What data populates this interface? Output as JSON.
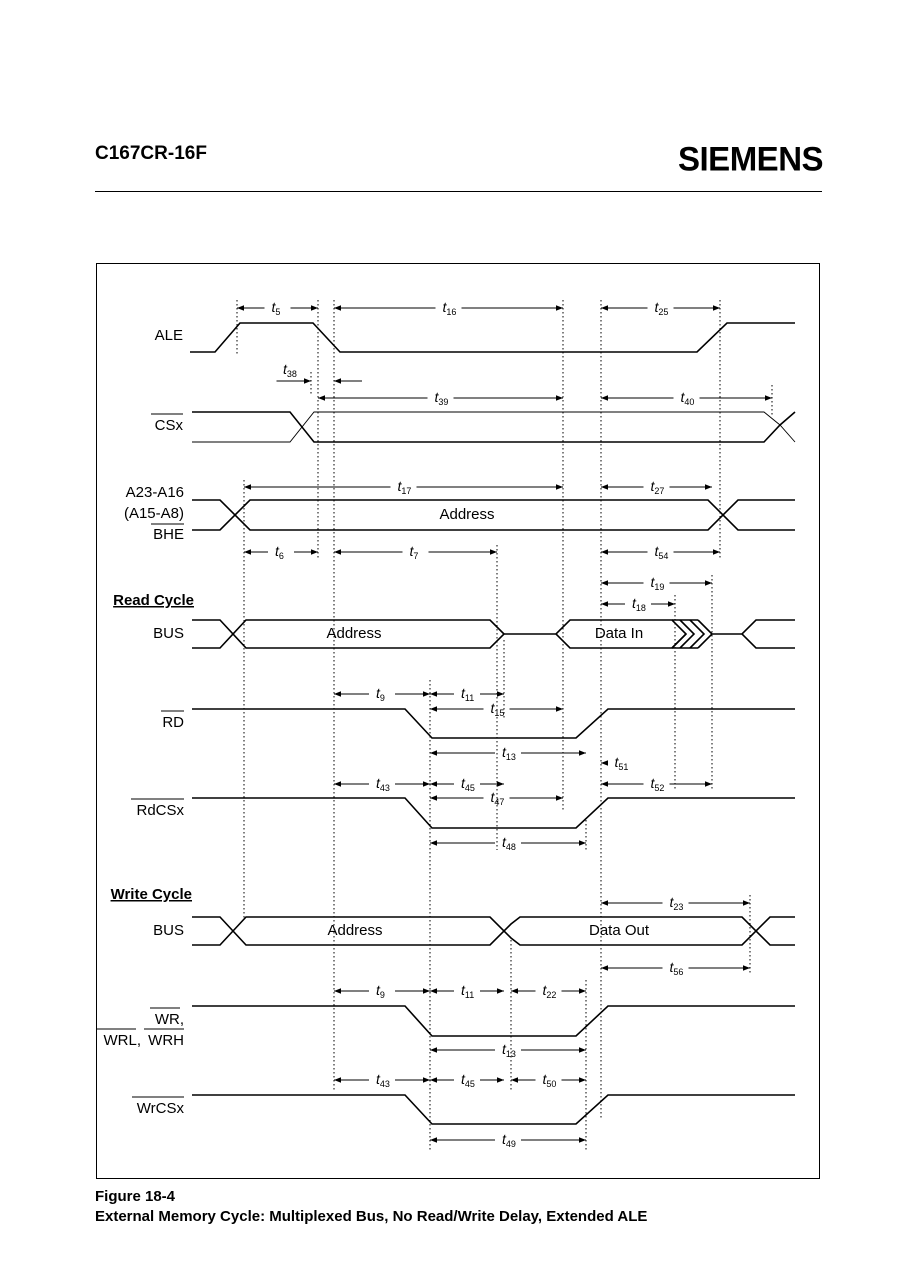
{
  "header": {
    "doc_code": "C167CR-16F",
    "brand": "SIEMENS"
  },
  "figure": {
    "number": "Figure 18-4",
    "caption": "External Memory Cycle: Multiplexed Bus, No Read/Write Delay, Extended ALE"
  },
  "signals": {
    "ale": "ALE",
    "csx": "CSx",
    "a23_a16": "A23-A16",
    "a15_a8": "(A15-A8)",
    "bhe": "BHE",
    "read_bus": "BUS",
    "rd": "RD",
    "rdcsx": "RdCSx",
    "write_bus": "BUS",
    "wr": "WR,",
    "wrl": "WRL,",
    "wrh": "WRH",
    "wrcsx": "WrCSx"
  },
  "sections": {
    "read_cycle": "Read Cycle",
    "write_cycle": "Write Cycle"
  },
  "bus_labels": {
    "address": "Address",
    "data_in": "Data In",
    "data_out": "Data Out"
  },
  "timing_symbol": "t",
  "timing_subscripts": {
    "t5": "5",
    "t16": "16",
    "t25": "25",
    "t38": "38",
    "t39": "39",
    "t40": "40",
    "t17": "17",
    "t27": "27",
    "t6": "6",
    "t7": "7",
    "t54": "54",
    "t19": "19",
    "t18": "18",
    "t9_read": "9",
    "t11_read": "11",
    "t15": "15",
    "t13_read": "13",
    "t51": "51",
    "t43_read": "43",
    "t45_read": "45",
    "t47": "47",
    "t52": "52",
    "t48": "48",
    "t23": "23",
    "t56": "56",
    "t9_write": "9",
    "t11_write": "11",
    "t22": "22",
    "t13_write": "13",
    "t43_write": "43",
    "t45_write": "45",
    "t50": "50",
    "t49": "49"
  },
  "colors": {
    "ink": "#000000",
    "paper": "#ffffff"
  }
}
